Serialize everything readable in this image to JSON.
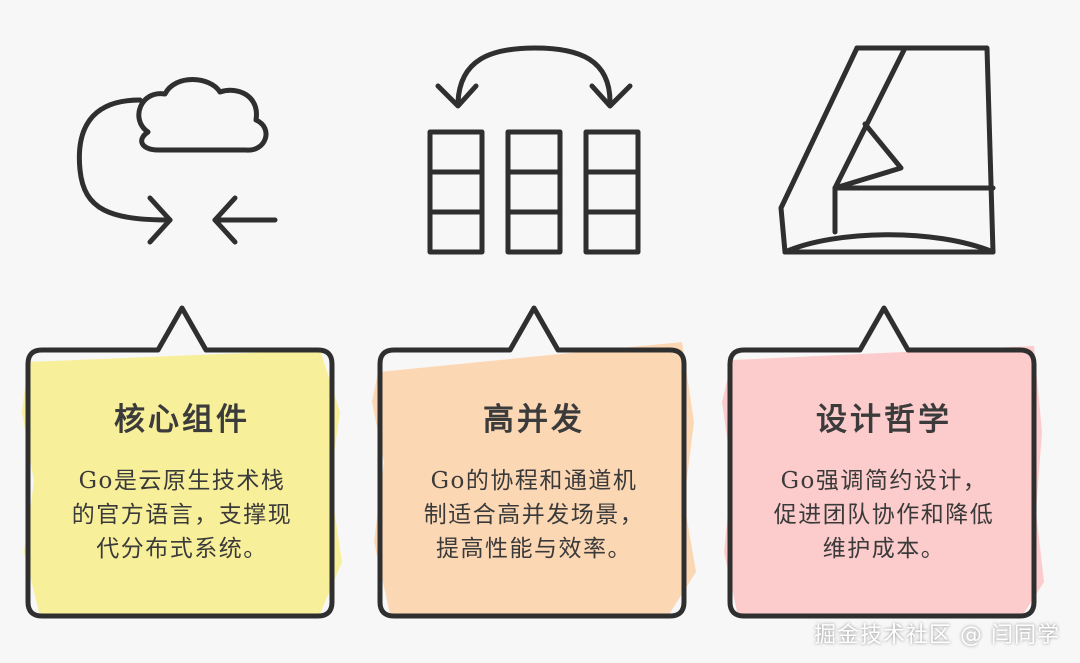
{
  "cards": [
    {
      "title": "核心组件",
      "lines": [
        "Go是云原生技术栈",
        "的官方语言，支撑现",
        "代分布式系统。"
      ],
      "fill": "#f8ef9a"
    },
    {
      "title": "高并发",
      "lines": [
        "Go的协程和通道机",
        "制适合高并发场景，",
        "提高性能与效率。"
      ],
      "fill": "#fcd7b4"
    },
    {
      "title": "设计哲学",
      "lines": [
        "Go强调简约设计，",
        "促进团队协作和降低",
        "维护成本。"
      ],
      "fill": "#fccbcb"
    }
  ],
  "icons": [
    "cloud-arrows-icon",
    "channel-queues-icon",
    "drive-triangle-icon"
  ],
  "watermark": "掘金技术社区 @ 闫同学"
}
